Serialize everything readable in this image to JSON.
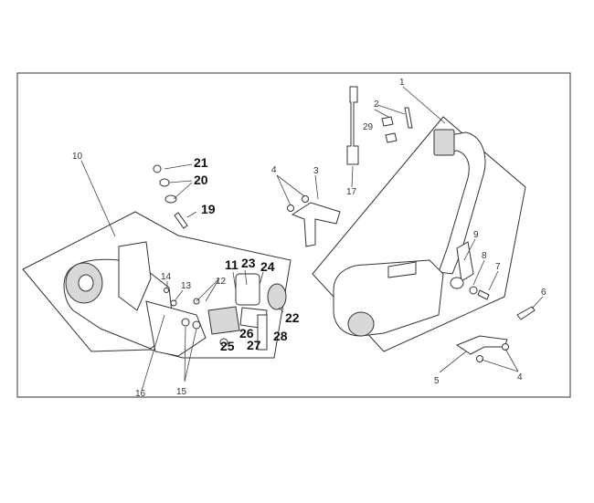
{
  "callouts": {
    "c1": "1",
    "c2": "2",
    "c3": "3",
    "c4a": "4",
    "c4b": "4",
    "c5": "5",
    "c6": "6",
    "c7": "7",
    "c8": "8",
    "c9": "9",
    "c10": "10",
    "c11": "11",
    "c12": "12",
    "c13": "13",
    "c14": "14",
    "c15": "15",
    "c16": "16",
    "c17": "17",
    "c19": "19",
    "c20": "20",
    "c21": "21",
    "c22": "22",
    "c23": "23",
    "c24": "24",
    "c25": "25",
    "c26": "26",
    "c27": "27",
    "c28": "28",
    "c29": "29"
  },
  "colors": {
    "line": "#333333",
    "shade": "#d8d8d8",
    "background": "#ffffff"
  }
}
